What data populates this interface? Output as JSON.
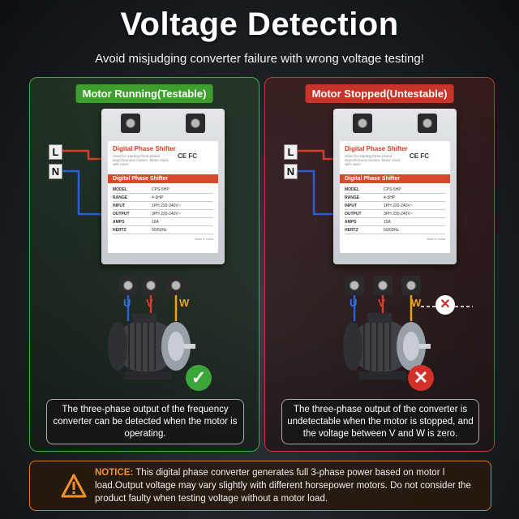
{
  "header": {
    "title": "Voltage Detection",
    "subtitle": "Avoid misjudging converter failure with wrong voltage testing!"
  },
  "device": {
    "title": "Digital Phase Shifter",
    "subtitle": "Used for starting three-phase asynchronous motors. Motor stuck with rotor!",
    "band": "Digital Phase Shifter",
    "rows": [
      {
        "k": "MODEL",
        "v": "CPS-5HP"
      },
      {
        "k": "RANGE",
        "v": "4-5HP"
      },
      {
        "k": "INPUT",
        "v": "1PH 220-240V~"
      },
      {
        "k": "OUTPUT",
        "v": "3PH 220-240V~"
      },
      {
        "k": "AMPS",
        "v": "15A"
      },
      {
        "k": "HERTZ",
        "v": "50/60Hz"
      }
    ],
    "made_in": "Made in China",
    "cert_mark": "CE FC"
  },
  "wires": {
    "l": "L",
    "n": "N",
    "u": "U",
    "v": "V",
    "w": "W"
  },
  "left_panel": {
    "tag": "Motor Running(Testable)",
    "caption": "The three-phase output of the frequency converter can be detected when the motor is operating.",
    "status_icon": "check-icon",
    "accent": "#3e9e2e"
  },
  "right_panel": {
    "tag": "Motor Stopped(Untestable)",
    "caption": "The three-phase output of the converter is undetectable when the motor is stopped, and the voltage between V and W is zero.",
    "status_icon": "cross-icon",
    "accent": "#c8342a"
  },
  "notice": {
    "label": "NOTICE:",
    "text": "This digital phase converter generates full 3-phase power based on motor l load.Output voltage may vary slightly with different horsepower motors. Do not consider the product faulty when testing voltage without a motor load.",
    "accent": "#e07b1f"
  }
}
